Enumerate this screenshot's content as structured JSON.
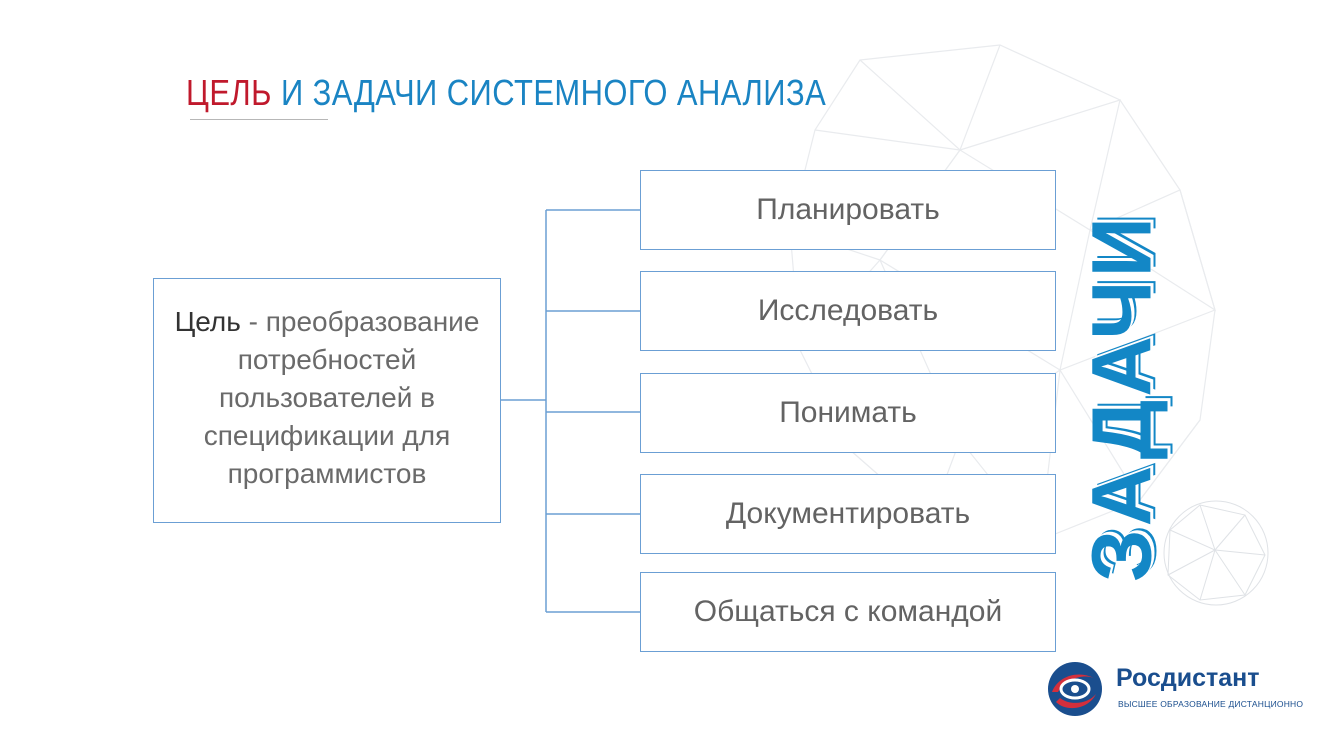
{
  "slide": {
    "title_part1": "ЦЕЛЬ",
    "title_part2": " И ЗАДАЧИ СИСТЕМНОГО АНАЛИЗА"
  },
  "goal": {
    "term": "Цель",
    "text": " - преобразование потребностей пользователей в спецификации для программистов"
  },
  "tasks": [
    {
      "label": "Планировать"
    },
    {
      "label": "Исследовать"
    },
    {
      "label": "Понимать"
    },
    {
      "label": "Документировать"
    },
    {
      "label": "Общаться с командой"
    }
  ],
  "side_label": "ЗАДАЧИ",
  "logo": {
    "name": "Росдистант",
    "tagline": "ВЫСШЕЕ ОБРАЗОВАНИЕ ДИСТАНЦИОННО"
  },
  "colors": {
    "accent_red": "#c0192c",
    "accent_blue": "#1a84c3",
    "box_border": "#6b9fd4",
    "text_gray": "#636363",
    "brand_navy": "#1a4e8e"
  },
  "icons": [
    "geodesic-sphere-decoration",
    "rosdistant-logo-icon"
  ]
}
